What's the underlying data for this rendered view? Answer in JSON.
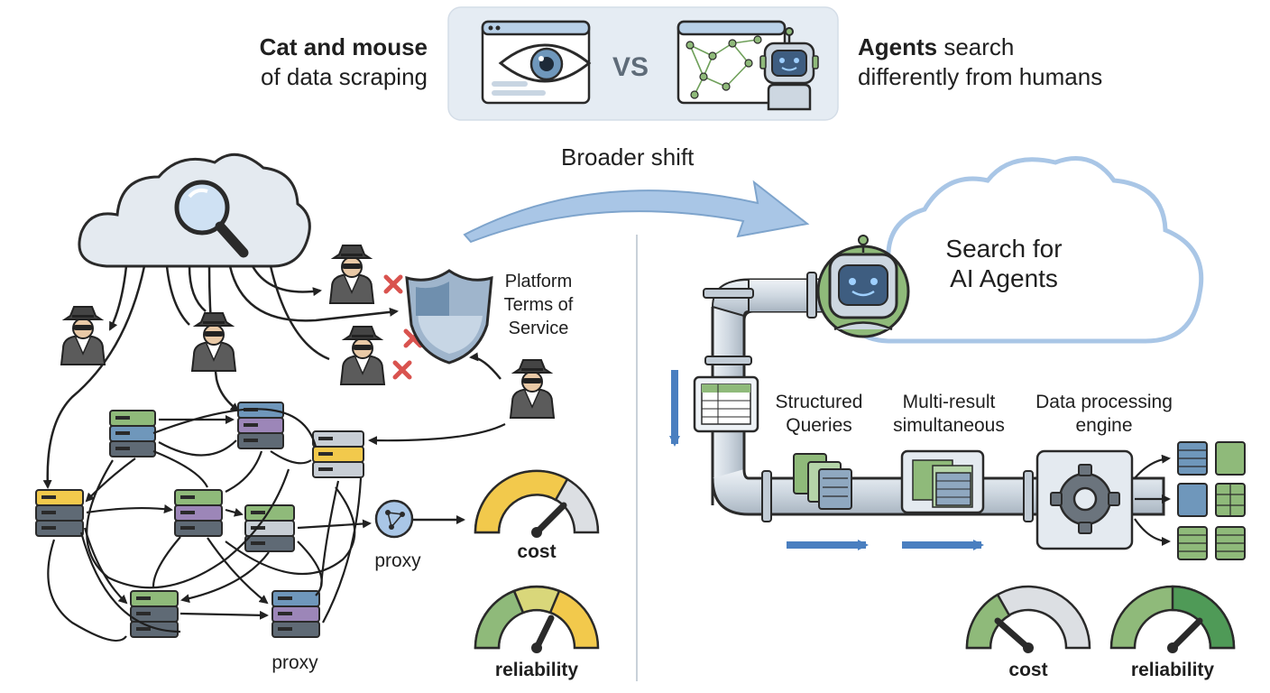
{
  "header": {
    "left_line1": "Cat and mouse",
    "left_line2": "of data scraping",
    "vs": "VS",
    "right_bold": "Agents",
    "right_line1_rest": " search",
    "right_line2": "differently from humans"
  },
  "arrow_label": "Broader shift",
  "left": {
    "shield_label_1": "Platform",
    "shield_label_2": "Terms of",
    "shield_label_3": "Service",
    "proxy_label_1": "proxy",
    "proxy_label_2": "proxy",
    "gauges": [
      {
        "label": "cost",
        "level": 0.75
      },
      {
        "label": "reliability",
        "level": 0.65
      }
    ]
  },
  "right": {
    "cloud_line1": "Search for",
    "cloud_line2": "AI Agents",
    "stage1_line1": "Structured",
    "stage1_line2": "Queries",
    "stage2_line1": "Multi-result",
    "stage2_line2": "simultaneous",
    "stage3_line1": "Data processing",
    "stage3_line2": "engine",
    "gauges": [
      {
        "label": "cost",
        "level": 0.2
      },
      {
        "label": "reliability",
        "level": 0.8
      }
    ]
  },
  "colors": {
    "green": "#8fba7a",
    "blue": "#6f97bb",
    "purple": "#9c86b8",
    "yellow": "#f2c94c",
    "red_x": "#d9534f",
    "arrow_blue": "#9fbfe0"
  }
}
